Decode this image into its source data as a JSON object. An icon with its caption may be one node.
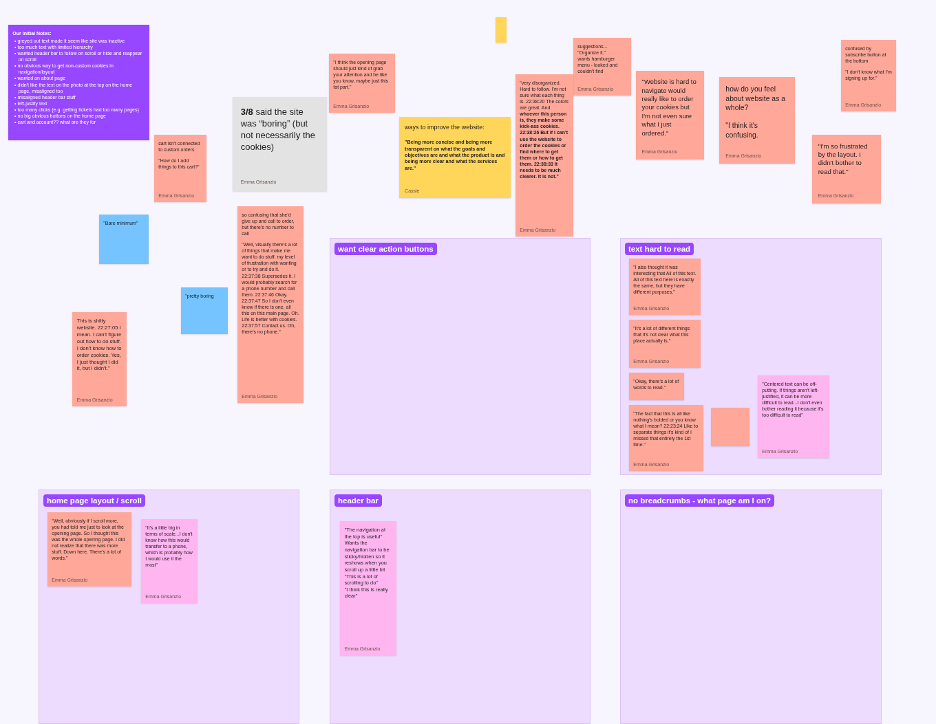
{
  "diagram": {
    "nodes": [
      {
        "text": [
          "Our Initial Notes:",
          "• greyed out text made it seem like site was inactive",
          "• too much text with limited hierarchy",
          "• wanted header bar to follow on scroll or hide and reappear on scroll",
          "• no obvious way to get non-custom cookies in navigation/layout",
          "• wanted an about page",
          "• didn't like the text on the photo at the top on the home page, misaligned too",
          "• misaligned header bar stuff",
          "• left-justify text",
          "• too many clicks (e.g. getting tickets had too many pages)",
          "• no big obvious buttons on the home page",
          "• cart and account?? what are they for"
        ]
      },
      {
        "text": [],
        "shape": "box"
      },
      {
        "text": [
          "\"I think the opening page should just kind of grab your attention and be like you know, maybe just this fat part.\"",
          "Emma Grisanzio"
        ]
      },
      {
        "text": [
          "suggestions...",
          "\"Organize it.\"",
          "wants hamburger menu - looked and couldn't find",
          "Emma Grisanzio"
        ]
      },
      {
        "text": [
          "confused by subscribe button at the bottom",
          "\"I don't know what I'm signing up for.\"",
          "Emma Grisanzio"
        ]
      },
      {
        "text": [
          "**3/8** said the site was “boring” (but not necessarily the cookies)",
          "Emma Grisanzio"
        ]
      },
      {
        "text": [
          "ways to improve the website:",
          "\"Being more concise and being more transparent on what the goals and objectives are and what the product is and being more clear and what the services are.\"",
          "Cassie"
        ]
      },
      {
        "text": [
          "\"very disorganized. Hard to follow. I'm not sure what each thing is. 22:38:20 The colors are great. And **whoever this person is, they make some kick-ass cookies. 22:38:26 But if I can't use the website to order the cookies or find where to get them or how to get them. 22:38:33 It needs to be much clearer. It is not.\"**",
          "Emma Grisanzio"
        ]
      },
      {
        "text": [
          "\"Website is hard to navigate would really like to order your cookies but I'm not even sure what I just ordered.\"",
          "Emma Grisanzio"
        ]
      },
      {
        "text": [
          "how do you feel about website as a whole?",
          "\"I think it's confusing.",
          "Emma Grisanzio"
        ]
      },
      {
        "text": [
          "\"I'm so frustrated by the layout. I didn't bother to read that.\"",
          "Emma Grisanzio"
        ]
      },
      {
        "text": [
          "cart isn't connected to custom orders",
          "\"How do I add things to this cart?\"",
          "Emma Grisanzio"
        ]
      },
      {
        "text": [
          "\"Bare minimum\""
        ]
      },
      {
        "text": [
          "\"pretty boring"
        ]
      },
      {
        "text": [
          "This is shitty website. 22:27:05 I mean. I can't figure out how to do stuff. I don't know how to order cookies. Yes, I just thought I did it, but I didn't.\"",
          "Emma Grisanzio"
        ]
      },
      {
        "text": [
          "so confusing that she'd give up and call to order, but there's no number to call",
          "\"Well, visually there's a lot of things that make me want to do stuff, my level of frustration with wanting or to try and do it. 22:37:38 Supersedes it. I would probably search for a phone number and call them. 22:37:46 Okay. 22:37:47 So I don't even know if there is one, all this on this main page. Oh. Life is better with cookies. 22:37:57 Contact us. Oh, there's no phone.\"",
          "Emma Grisanzio"
        ]
      },
      {
        "text": [
          "want clear action buttons"
        ]
      },
      {
        "text": [
          "text hard to read"
        ]
      },
      {
        "text": [
          "\"I also thought it was interesting that All of this text. All of this text here is exactly the same, but they have different purposes.\"",
          "Emma Grisanzio"
        ],
        "in": 17
      },
      {
        "text": [
          "\"It's a lot of different things that it's not clear what this place actually is.\"",
          "Emma Grisanzio"
        ],
        "in": 17
      },
      {
        "text": [
          "\"Okay, there's a lot of words to read.\""
        ],
        "in": 17
      },
      {
        "text": [
          "\"The fact that this is all like nothing's bolded or you know what I mean? 22:23:24 Like to separate things it's kind of I missed that entirely the 1st time.\"",
          "Emma Grisanzio"
        ],
        "in": 17
      },
      {
        "text": [],
        "shape": "box",
        "in": 17
      },
      {
        "text": [
          "\"Centered text can be off-putting. If things aren't left-justified, it can be more difficult to read...I don't even bother reading it because it's too difficult to read\"",
          "Emma Grisanzio"
        ],
        "in": 17
      },
      {
        "text": [
          "home page layout / scroll"
        ]
      },
      {
        "text": [
          "\"Well, obviously if I scroll more, you had told me just to look at the opening page. So I thought this was the whole opening page. I did not realize that there was more stuff. Down here. There's a lot of words.\"",
          "Emma Grisanzio"
        ],
        "in": 24
      },
      {
        "text": [
          "\"It's a little big in terms of scale...I don't know how this would transfer to a phone, which is probably how I would use it the most\"",
          "Emma Grisanzio"
        ],
        "in": 24
      },
      {
        "text": [
          "header bar"
        ]
      },
      {
        "text": [
          "\"The navigation at the top is useful\"",
          "Wants the navigation bar to be sticky/hidden so it reshows when you scroll up a little bit",
          "\"This is a lot of scrolling to do\"",
          "\"I think this is really clear\"",
          "Emma Grisanzio"
        ],
        "in": 27
      },
      {
        "text": [
          "no breadcrumbs - what page am I on?"
        ]
      }
    ]
  }
}
